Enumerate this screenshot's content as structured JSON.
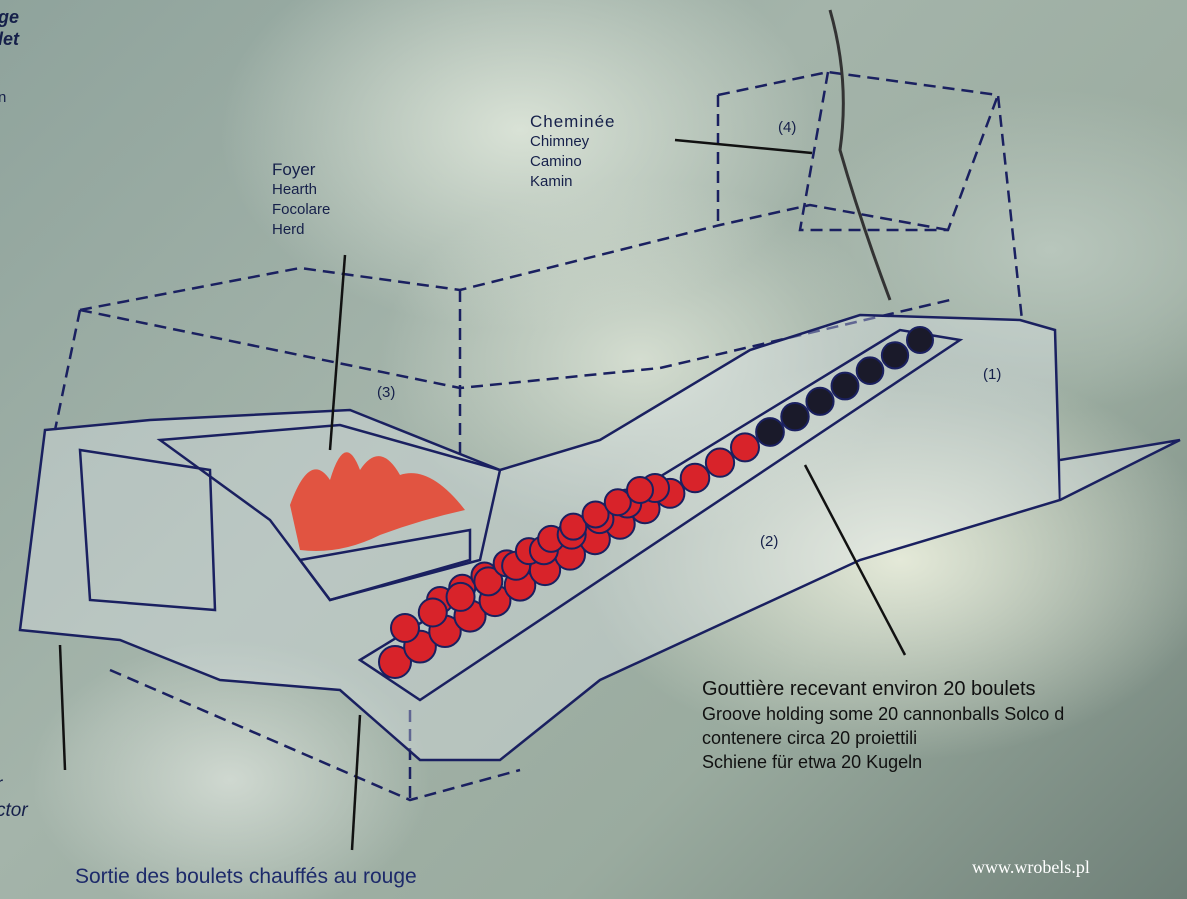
{
  "corner_top_left": [
    "ge",
    "let"
  ],
  "corner_left_mid": "n",
  "corner_bottom_left": [
    "r",
    "ctor"
  ],
  "hearth": {
    "title": "Foyer",
    "lines": [
      "Hearth",
      "Focolare",
      "Herd"
    ]
  },
  "chimney": {
    "title": "Cheminée",
    "lines": [
      "Chimney",
      "Camino",
      "Kamin"
    ]
  },
  "markers": [
    "(1)",
    "(2)",
    "(3)",
    "(4)"
  ],
  "groove": [
    "Gouttière recevant environ 20 boulets",
    "Groove holding some 20 cannonballs Solco d",
    "contenere circa 20 proiettili",
    "Schiene für etwa 20 Kugeln"
  ],
  "exit": "Sortie des boulets chauffés au rouge",
  "watermark": "www.wrobels.pl",
  "colors": {
    "ink": "#16204a",
    "ball": "#d8232a",
    "flame": "#e8402a"
  }
}
